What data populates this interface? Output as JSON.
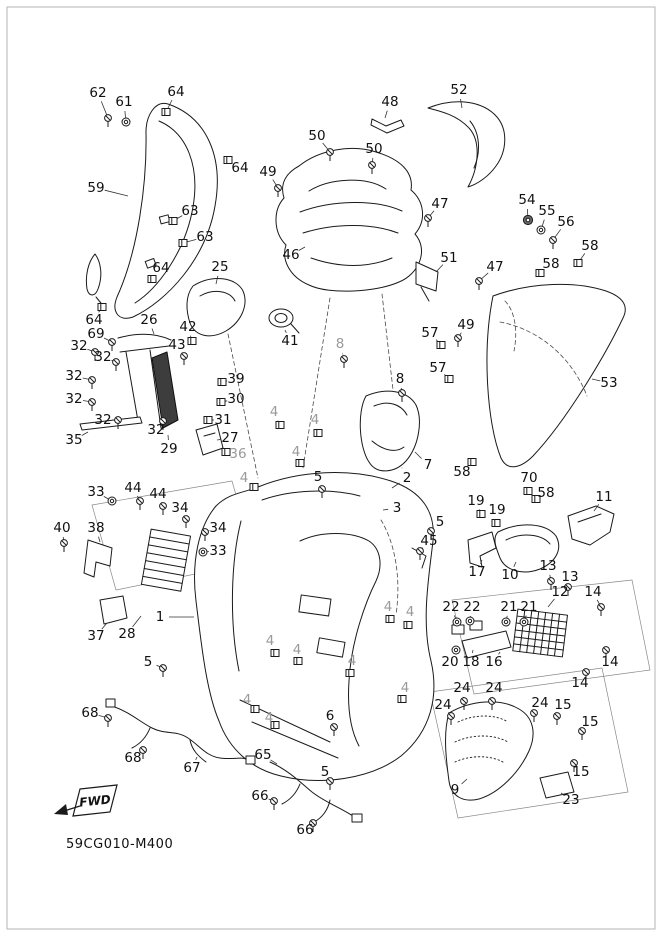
{
  "diagram": {
    "code": "59CG010-M400",
    "fwd_label": "FWD",
    "colors": {
      "line": "#1a1a1a",
      "muted_label": "#9a9a9a",
      "background": "#ffffff",
      "dark_part": "#3d3d3d"
    },
    "glyph_legend": {
      "s": "screw-icon",
      "c": "clip-icon",
      "w": "washer-icon",
      "d": "grommet-icon"
    },
    "labels": [
      [
        "62",
        98,
        93,
        108,
        118,
        "s",
        0
      ],
      [
        "61",
        124,
        102,
        126,
        122,
        "w",
        0
      ],
      [
        "64",
        176,
        92,
        166,
        112,
        "c",
        0
      ],
      [
        "48",
        390,
        102,
        385,
        118,
        "",
        0
      ],
      [
        "52",
        459,
        90,
        462,
        108,
        "",
        0
      ],
      [
        "50",
        317,
        136,
        330,
        152,
        "s",
        0
      ],
      [
        "50",
        374,
        149,
        372,
        165,
        "s",
        0
      ],
      [
        "64",
        240,
        168,
        228,
        160,
        "c",
        0
      ],
      [
        "49",
        268,
        172,
        278,
        188,
        "s",
        0
      ],
      [
        "59",
        96,
        188,
        128,
        196,
        "",
        0
      ],
      [
        "47",
        440,
        204,
        428,
        218,
        "s",
        0
      ],
      [
        "54",
        527,
        200,
        528,
        220,
        "d",
        0
      ],
      [
        "55",
        547,
        211,
        541,
        230,
        "w",
        0
      ],
      [
        "56",
        566,
        222,
        553,
        240,
        "s",
        0
      ],
      [
        "63",
        190,
        211,
        173,
        221,
        "c",
        0
      ],
      [
        "63",
        205,
        237,
        183,
        243,
        "c",
        0
      ],
      [
        "58",
        590,
        246,
        578,
        263,
        "c",
        0
      ],
      [
        "58",
        551,
        264,
        540,
        273,
        "c",
        0
      ],
      [
        "46",
        291,
        255,
        305,
        247,
        "",
        0
      ],
      [
        "51",
        449,
        258,
        436,
        272,
        "",
        0
      ],
      [
        "47",
        495,
        267,
        479,
        281,
        "s",
        0
      ],
      [
        "64",
        161,
        268,
        152,
        279,
        "c",
        0
      ],
      [
        "25",
        220,
        267,
        216,
        284,
        "",
        0
      ],
      [
        "64",
        94,
        320,
        102,
        307,
        "c",
        0
      ],
      [
        "26",
        149,
        320,
        154,
        334,
        "",
        0
      ],
      [
        "69",
        96,
        334,
        112,
        342,
        "s",
        0
      ],
      [
        "42",
        188,
        327,
        192,
        341,
        "c",
        0
      ],
      [
        "43",
        177,
        345,
        184,
        356,
        "s",
        0
      ],
      [
        "41",
        290,
        341,
        285,
        330,
        "",
        0
      ],
      [
        "32",
        79,
        346,
        95,
        352,
        "s",
        0
      ],
      [
        "32",
        103,
        357,
        116,
        362,
        "s",
        0
      ],
      [
        "8",
        340,
        344,
        344,
        359,
        "s",
        1
      ],
      [
        "57",
        430,
        333,
        441,
        345,
        "c",
        0
      ],
      [
        "49",
        466,
        325,
        458,
        338,
        "s",
        0
      ],
      [
        "32",
        74,
        376,
        92,
        380,
        "s",
        0
      ],
      [
        "39",
        236,
        379,
        222,
        382,
        "c",
        0
      ],
      [
        "8",
        400,
        379,
        402,
        393,
        "s",
        0
      ],
      [
        "57",
        438,
        368,
        449,
        379,
        "c",
        0
      ],
      [
        "53",
        609,
        383,
        592,
        379,
        "",
        0
      ],
      [
        "32",
        74,
        399,
        92,
        402,
        "s",
        0
      ],
      [
        "30",
        236,
        399,
        221,
        402,
        "c",
        0
      ],
      [
        "32",
        103,
        420,
        118,
        420,
        "s",
        0
      ],
      [
        "31",
        223,
        420,
        208,
        420,
        "c",
        0
      ],
      [
        "32",
        156,
        430,
        163,
        421,
        "s",
        0
      ],
      [
        "35",
        74,
        440,
        88,
        432,
        "",
        0
      ],
      [
        "29",
        169,
        449,
        168,
        435,
        "",
        0
      ],
      [
        "27",
        230,
        438,
        217,
        440,
        "",
        0
      ],
      [
        "36",
        238,
        454,
        226,
        452,
        "c",
        1
      ],
      [
        "4",
        274,
        412,
        280,
        425,
        "c",
        1
      ],
      [
        "4",
        315,
        420,
        318,
        433,
        "c",
        1
      ],
      [
        "7",
        428,
        465,
        415,
        452,
        "",
        0
      ],
      [
        "4",
        244,
        478,
        254,
        487,
        "c",
        1
      ],
      [
        "4",
        296,
        452,
        300,
        463,
        "c",
        1
      ],
      [
        "5",
        318,
        477,
        322,
        489,
        "s",
        0
      ],
      [
        "2",
        407,
        478,
        392,
        488,
        "",
        0
      ],
      [
        "58",
        462,
        472,
        472,
        462,
        "c",
        0
      ],
      [
        "70",
        529,
        478,
        528,
        491,
        "c",
        0
      ],
      [
        "58",
        546,
        493,
        536,
        499,
        "c",
        0
      ],
      [
        "33",
        96,
        492,
        112,
        501,
        "w",
        0
      ],
      [
        "44",
        133,
        488,
        140,
        501,
        "s",
        0
      ],
      [
        "44",
        158,
        494,
        163,
        506,
        "s",
        0
      ],
      [
        "34",
        180,
        508,
        186,
        519,
        "s",
        0
      ],
      [
        "19",
        476,
        501,
        481,
        514,
        "c",
        0
      ],
      [
        "19",
        497,
        510,
        496,
        523,
        "c",
        0
      ],
      [
        "11",
        604,
        497,
        594,
        511,
        "",
        0
      ],
      [
        "3",
        397,
        508,
        383,
        510,
        "",
        0
      ],
      [
        "5",
        440,
        522,
        431,
        531,
        "s",
        0
      ],
      [
        "40",
        62,
        528,
        64,
        543,
        "s",
        0
      ],
      [
        "38",
        96,
        528,
        100,
        542,
        "",
        0
      ],
      [
        "34",
        218,
        528,
        205,
        532,
        "s",
        0
      ],
      [
        "33",
        218,
        551,
        203,
        552,
        "w",
        0
      ],
      [
        "45",
        429,
        541,
        420,
        551,
        "s",
        0
      ],
      [
        "17",
        477,
        572,
        482,
        560,
        "",
        0
      ],
      [
        "10",
        510,
        575,
        516,
        562,
        "",
        0
      ],
      [
        "13",
        548,
        566,
        551,
        581,
        "s",
        0
      ],
      [
        "13",
        570,
        577,
        568,
        587,
        "s",
        0
      ],
      [
        "12",
        560,
        592,
        548,
        607,
        "",
        0
      ],
      [
        "14",
        593,
        592,
        601,
        607,
        "s",
        0
      ],
      [
        "22",
        451,
        607,
        457,
        622,
        "w",
        0
      ],
      [
        "22",
        472,
        607,
        470,
        621,
        "w",
        0
      ],
      [
        "21",
        509,
        607,
        506,
        622,
        "w",
        0
      ],
      [
        "21",
        529,
        607,
        524,
        622,
        "w",
        0
      ],
      [
        "1",
        160,
        617,
        194,
        617,
        "",
        0
      ],
      [
        "4",
        388,
        607,
        390,
        619,
        "c",
        1
      ],
      [
        "4",
        410,
        612,
        408,
        625,
        "c",
        1
      ],
      [
        "37",
        96,
        636,
        107,
        623,
        "",
        0
      ],
      [
        "28",
        127,
        634,
        141,
        616,
        "",
        0
      ],
      [
        "20",
        450,
        662,
        456,
        650,
        "w",
        0
      ],
      [
        "18",
        471,
        662,
        473,
        650,
        "",
        0
      ],
      [
        "16",
        494,
        662,
        500,
        652,
        "",
        0
      ],
      [
        "14",
        610,
        662,
        606,
        650,
        "s",
        0
      ],
      [
        "5",
        148,
        662,
        163,
        668,
        "s",
        0
      ],
      [
        "4",
        270,
        641,
        275,
        653,
        "c",
        1
      ],
      [
        "4",
        297,
        650,
        298,
        661,
        "c",
        1
      ],
      [
        "4",
        352,
        661,
        350,
        673,
        "c",
        1
      ],
      [
        "14",
        580,
        683,
        586,
        672,
        "s",
        0
      ],
      [
        "24",
        462,
        688,
        464,
        701,
        "s",
        0
      ],
      [
        "24",
        494,
        688,
        492,
        701,
        "s",
        0
      ],
      [
        "24",
        443,
        705,
        451,
        716,
        "s",
        0
      ],
      [
        "24",
        540,
        703,
        534,
        713,
        "s",
        0
      ],
      [
        "15",
        563,
        705,
        557,
        716,
        "s",
        0
      ],
      [
        "68",
        90,
        713,
        108,
        718,
        "s",
        0
      ],
      [
        "4",
        247,
        700,
        255,
        709,
        "c",
        1
      ],
      [
        "4",
        269,
        718,
        275,
        725,
        "c",
        1
      ],
      [
        "4",
        405,
        688,
        402,
        699,
        "c",
        1
      ],
      [
        "6",
        330,
        716,
        334,
        727,
        "s",
        0
      ],
      [
        "15",
        590,
        722,
        582,
        731,
        "s",
        0
      ],
      [
        "68",
        133,
        758,
        143,
        750,
        "s",
        0
      ],
      [
        "67",
        192,
        768,
        197,
        757,
        "",
        0
      ],
      [
        "65",
        263,
        755,
        277,
        764,
        "",
        0
      ],
      [
        "5",
        325,
        772,
        330,
        781,
        "s",
        0
      ],
      [
        "15",
        581,
        772,
        574,
        763,
        "s",
        0
      ],
      [
        "9",
        455,
        790,
        467,
        779,
        "",
        0
      ],
      [
        "23",
        571,
        800,
        561,
        793,
        "",
        0
      ],
      [
        "66",
        260,
        796,
        274,
        801,
        "s",
        0
      ],
      [
        "66",
        305,
        830,
        313,
        823,
        "s",
        0
      ]
    ]
  }
}
